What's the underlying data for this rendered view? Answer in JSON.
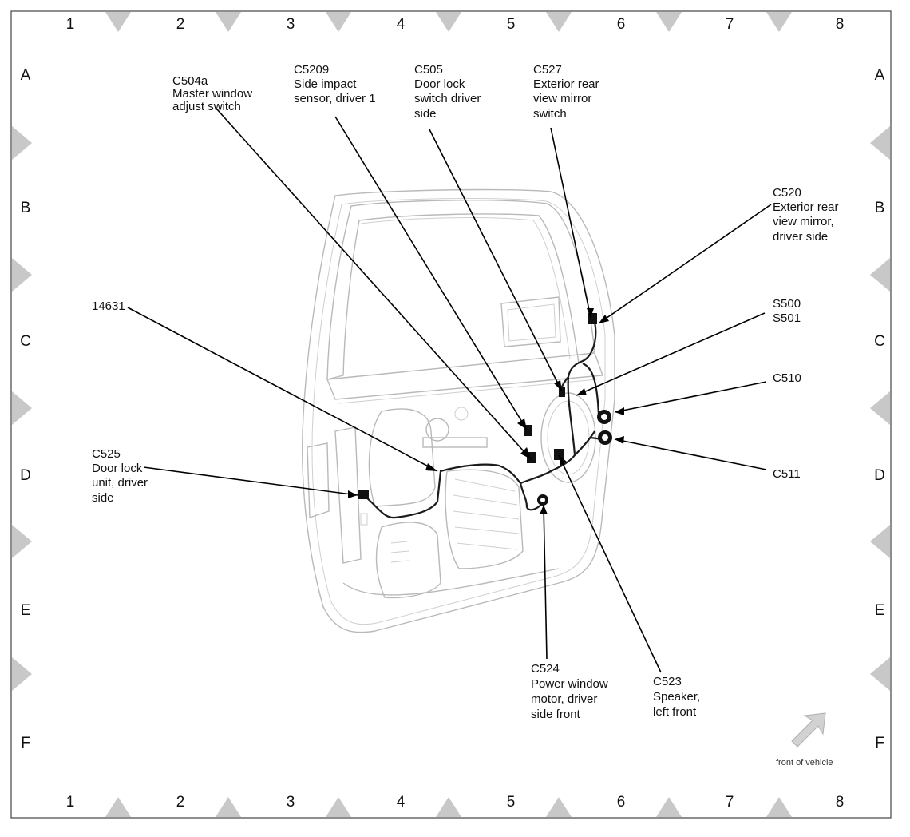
{
  "columns": [
    "1",
    "2",
    "3",
    "4",
    "5",
    "6",
    "7",
    "8"
  ],
  "rows": [
    "A",
    "B",
    "C",
    "D",
    "E",
    "F"
  ],
  "callouts": {
    "c504a": [
      "C504a",
      "Master window",
      "adjust switch"
    ],
    "c5209": [
      "C5209",
      "Side impact",
      "sensor, driver 1"
    ],
    "c505": [
      "C505",
      "Door lock",
      "switch  driver",
      "side"
    ],
    "c527": [
      "C527",
      "Exterior rear",
      "view mirror",
      "switch"
    ],
    "c520": [
      "C520",
      "Exterior rear",
      "view mirror,",
      "driver side"
    ],
    "s500": [
      "S500",
      "S501"
    ],
    "c510": [
      "C510"
    ],
    "c511": [
      "C511"
    ],
    "h14631": [
      "14631"
    ],
    "c525": [
      "C525",
      "Door lock",
      "unit, driver",
      "side"
    ],
    "c524": [
      "C524",
      "Power window",
      "motor, driver",
      "side front"
    ],
    "c523": [
      "C523",
      "Speaker,",
      "left front"
    ]
  },
  "orientation": {
    "label": "front of vehicle",
    "icon": "arrow-up-right-icon"
  },
  "colors": {
    "frame": "#444444",
    "marker": "#c8c8c8",
    "door_outline": "#b9b9b9",
    "leader": "#000000"
  }
}
